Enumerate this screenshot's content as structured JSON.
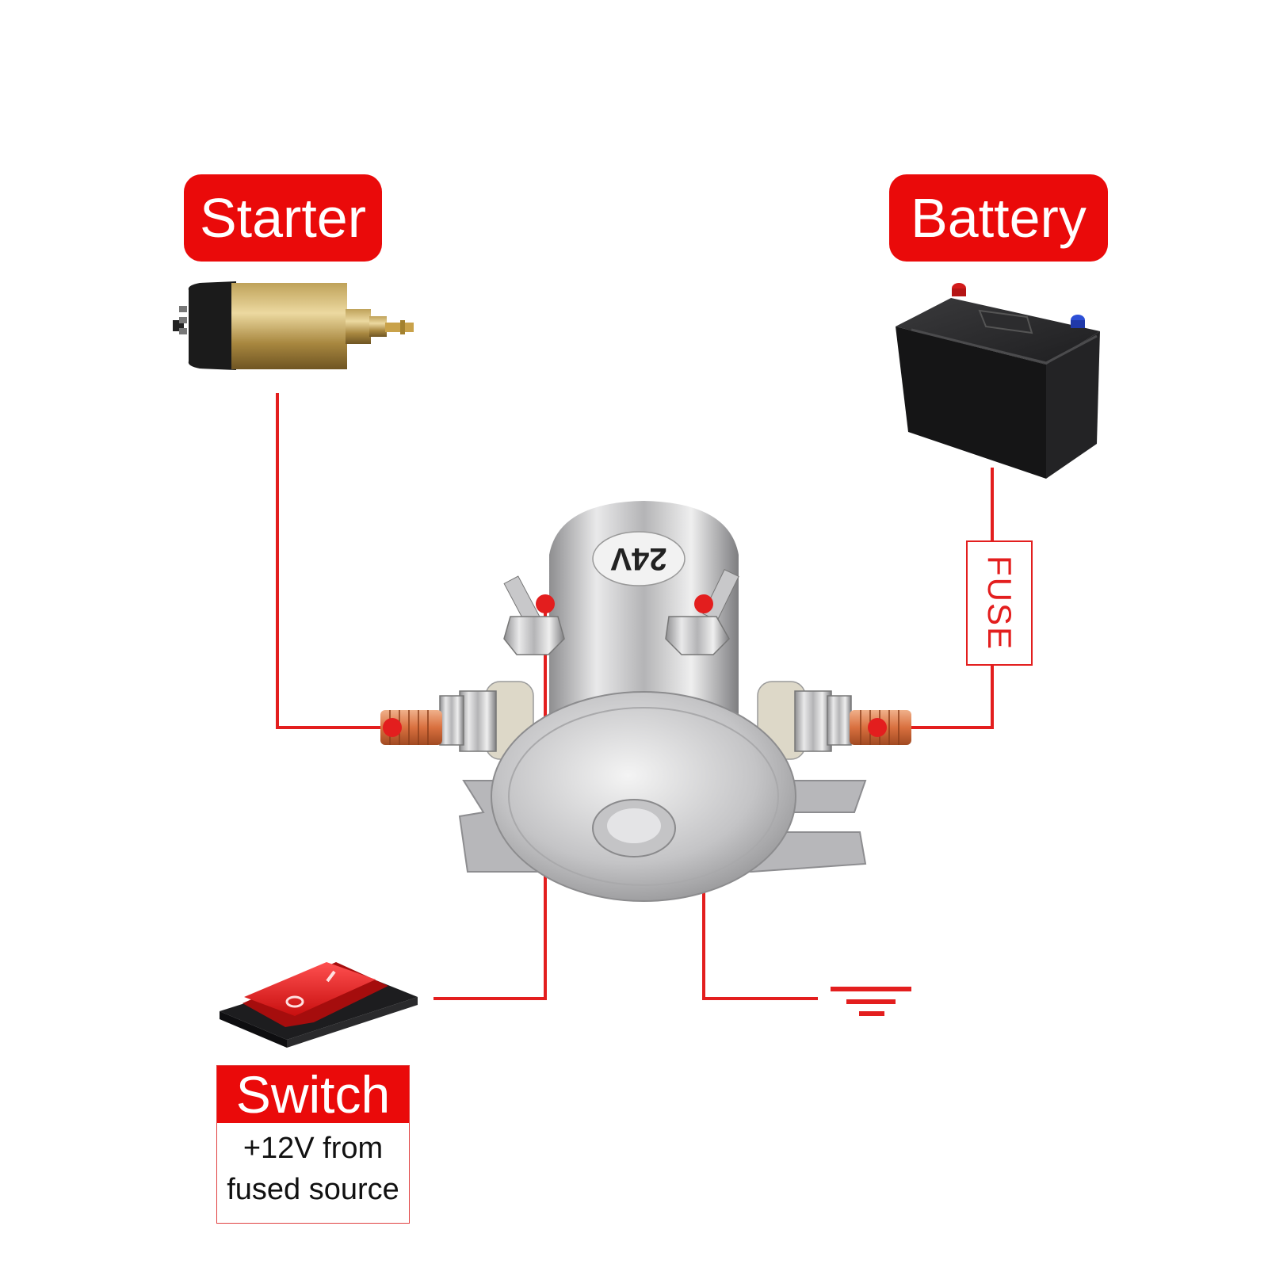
{
  "labels": {
    "starter": "Starter",
    "battery": "Battery",
    "switch_title": "Switch",
    "switch_desc_line1": "+12V from",
    "switch_desc_line2": "fused source",
    "fuse": "FUSE",
    "solenoid_rating": "24V"
  },
  "colors": {
    "accent": "#ea0a0a",
    "wire": "#e31e1e"
  },
  "icons": [
    "starter-solenoid-icon",
    "battery-icon",
    "rocker-switch-icon",
    "ground-icon",
    "relay-solenoid-icon"
  ]
}
